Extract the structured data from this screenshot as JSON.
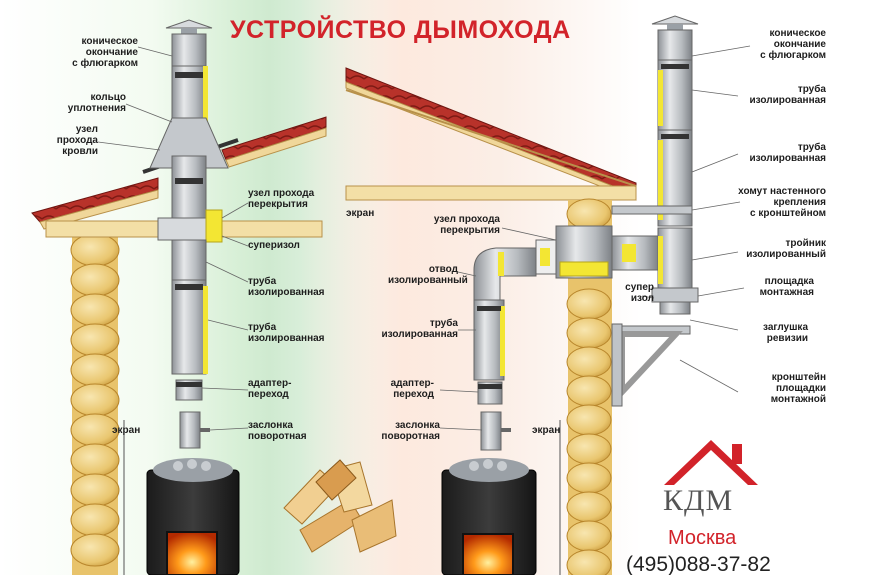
{
  "title": "УСТРОЙСТВО ДЫМОХОДА",
  "left_diagram": {
    "labels": {
      "cone_cap": "коническое\nокончание\nс флюгарком",
      "seal_ring": "кольцо\nуплотнения",
      "roof_pass": "узел\nпрохода\nкровли",
      "ceiling_pass": "узел прохода\nперекрытия",
      "superizol": "суперизол",
      "pipe_1": "труба\nизолированная",
      "pipe_2": "труба\nизолированная",
      "adapter": "адаптер-\nпереход",
      "damper": "заслонка\nповоротная",
      "screen": "экран"
    }
  },
  "right_diagram": {
    "labels": {
      "cone_cap": "коническое\nокончание\nс флюгарком",
      "pipe_top": "труба\nизолированная",
      "pipe_mid": "труба\nизолированная",
      "wall_clamp": "хомут настенного\nкрепления\nс кронштейном",
      "tee": "тройник\nизолированный",
      "platform": "площадка\nмонтажная",
      "inspection_cap": "заглушка\nревизии",
      "platform_bracket": "кронштейн\nплощадки\nмонтажной",
      "super_izol": "супер\nизол",
      "screen_top": "экран",
      "ceiling_pass": "узел прохода\nперекрытия",
      "elbow": "отвод\nизолированный",
      "pipe_low": "труба\nизолированная",
      "adapter": "адаптер-\nпереход",
      "damper": "заслонка\nповоротная",
      "screen_bottom": "экран"
    }
  },
  "brand": {
    "name": "КДМ",
    "city": "Москва",
    "phone": "(495)088-37-82"
  },
  "colors": {
    "title_red": "#d2232a",
    "pipe_grey": "#c9cdd1",
    "insulation_yellow": "#f3e633",
    "roof_red": "#b8322a",
    "wood": "#f0d79a",
    "stove": "#2b2b2b",
    "fire": "#ff7a10"
  }
}
